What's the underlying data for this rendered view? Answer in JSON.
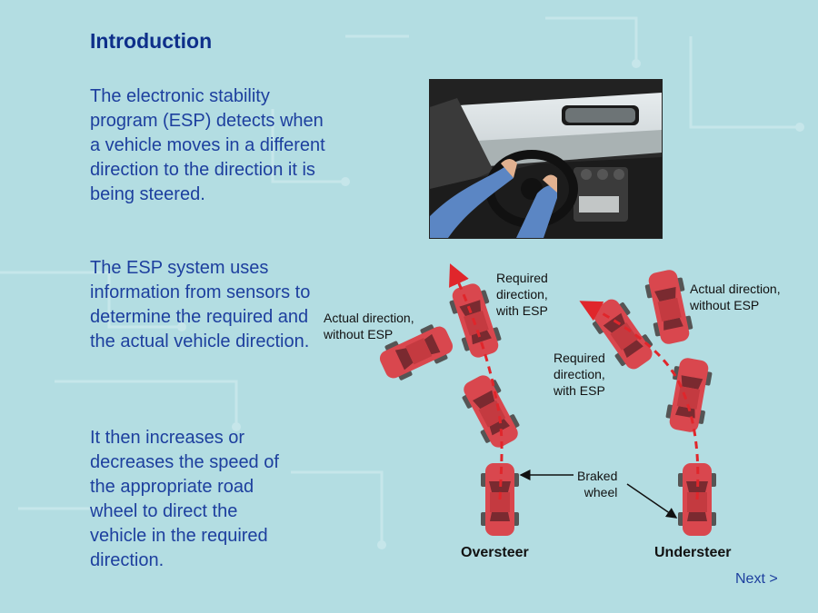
{
  "page": {
    "title": "Introduction",
    "paragraphs": [
      "The electronic stability program (ESP) detects when a vehicle moves in a different direction to the direction it is being steered.",
      "The ESP system uses information from sensors to determine the required and the actual vehicle direction.",
      "It then increases or decreases the speed of the appropriate road wheel to direct the vehicle in the required direction."
    ],
    "next_label": "Next >"
  },
  "diagram": {
    "oversteer": {
      "caption": "Oversteer",
      "actual_label": [
        "Actual direction,",
        "without ESP"
      ],
      "required_label": [
        "Required",
        "direction,",
        "with ESP"
      ]
    },
    "understeer": {
      "caption": "Understeer",
      "actual_label": [
        "Actual direction,",
        "without ESP"
      ],
      "required_label": [
        "Required",
        "direction,",
        "with ESP"
      ]
    },
    "braked_label": [
      "Braked",
      "wheel"
    ]
  },
  "colors": {
    "background": "#b3dde2",
    "text_blue": "#1d3f9e",
    "title_blue": "#0e2f8a",
    "car_body": "#d9474e",
    "direction_arrow": "#e0262b"
  }
}
